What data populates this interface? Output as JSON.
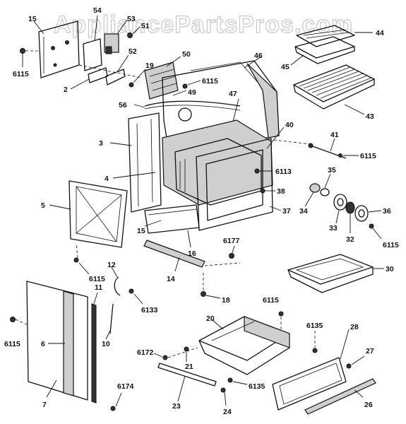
{
  "watermark": "AppliancePartsPros.com",
  "labels": {
    "l15a": "15",
    "l54": "54",
    "l53": "53",
    "l51": "51",
    "l52": "52",
    "l50": "50",
    "l19": "19",
    "l46": "46",
    "l44": "44",
    "l45": "45",
    "l6115a": "6115",
    "l2": "2",
    "l6115b": "6115",
    "l49": "49",
    "l56": "56",
    "l47": "47",
    "l43": "43",
    "l3": "3",
    "l40": "40",
    "l41": "41",
    "l6115c": "6115",
    "l4": "4",
    "l6113": "6113",
    "l35": "35",
    "l38": "38",
    "l5": "5",
    "l37": "37",
    "l34": "34",
    "l36": "36",
    "l15b": "15",
    "l33": "33",
    "l32": "32",
    "l6115d": "6115",
    "l16": "16",
    "l6177": "6177",
    "l30": "30",
    "l12": "12",
    "l6115e": "6115",
    "l14": "14",
    "l6133": "6133",
    "l18": "18",
    "l11": "11",
    "l6115f": "6115",
    "l10": "10",
    "l20": "20",
    "l6135a": "6135",
    "l6115g": "6115",
    "l6": "6",
    "l28": "28",
    "l6172": "6172",
    "l21": "21",
    "l27": "27",
    "l23": "23",
    "l6135b": "6135",
    "l7": "7",
    "l6174": "6174",
    "l24": "24",
    "l26": "26"
  }
}
